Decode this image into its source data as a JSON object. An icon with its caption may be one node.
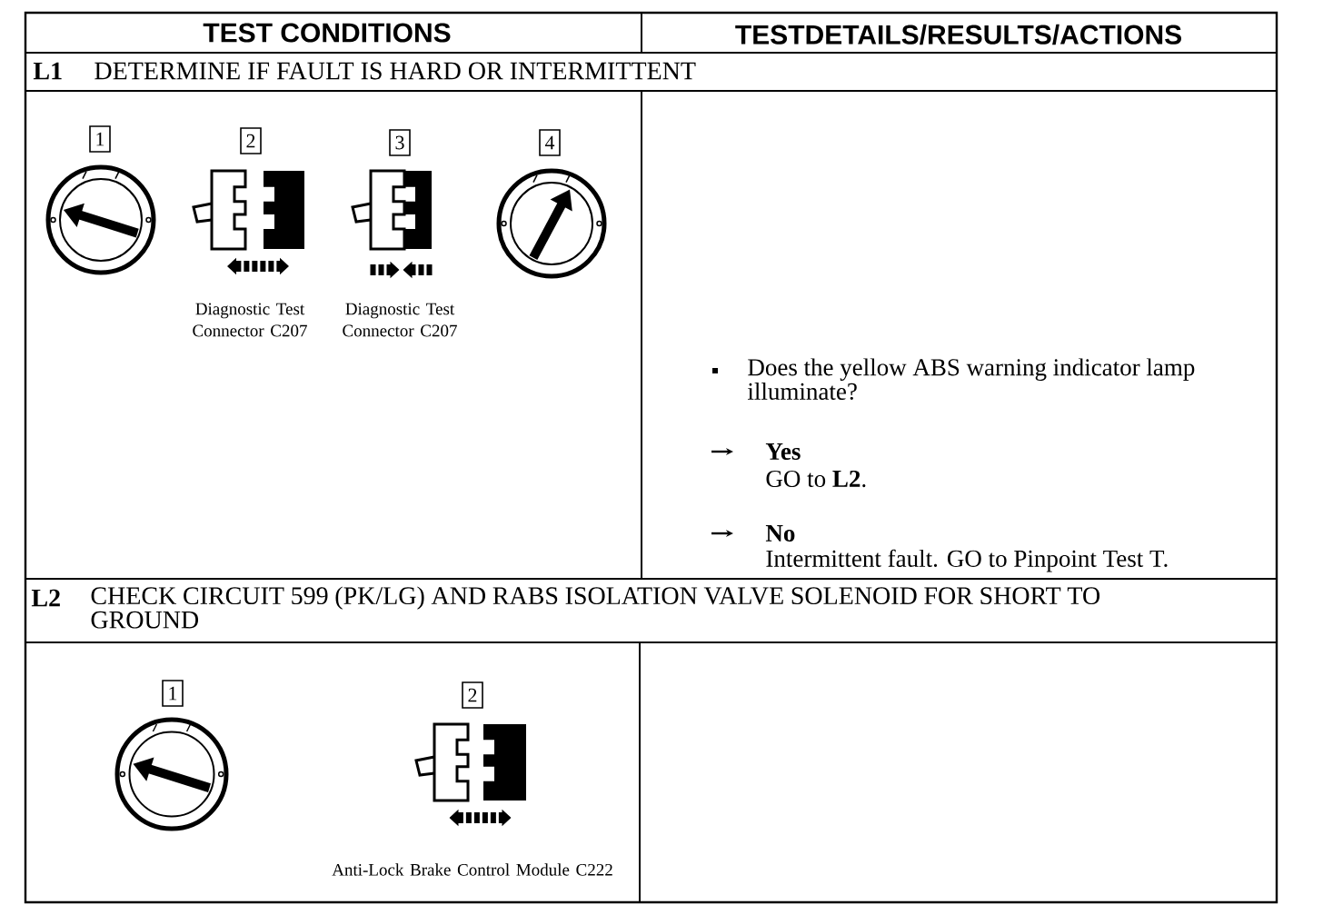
{
  "diagram": {
    "nodes": [
      {
        "text": [
          "1"
        ]
      },
      {
        "text": [
          "2"
        ]
      },
      {
        "text": [
          "3"
        ]
      },
      {
        "text": [
          "4"
        ]
      },
      {
        "text": [
          "1"
        ]
      },
      {
        "text": [
          "2"
        ]
      }
    ],
    "labels": [
      "TEST CONDITIONS",
      "TESTDETAILS/RESULTS/ACTIONS",
      "L1",
      "DETERMINE IF FAULT IS HARD OR INTERMITTENT",
      "Diagnostic Test Connector C207",
      "Diagnostic Test Connector C207",
      "Does the yellow ABS warning indicator lamp illuminate?",
      "Yes",
      "GO to **L2**.",
      "No",
      "Intermittent fault. GO to Pinpoint Test T.",
      "L2",
      "CHECK CIRCUIT 599 (PK/LG) AND RABS ISOLATION VALVE SOLENOID FOR SHORT TO GROUND",
      "Anti-Lock Brake Control Module C222"
    ]
  }
}
